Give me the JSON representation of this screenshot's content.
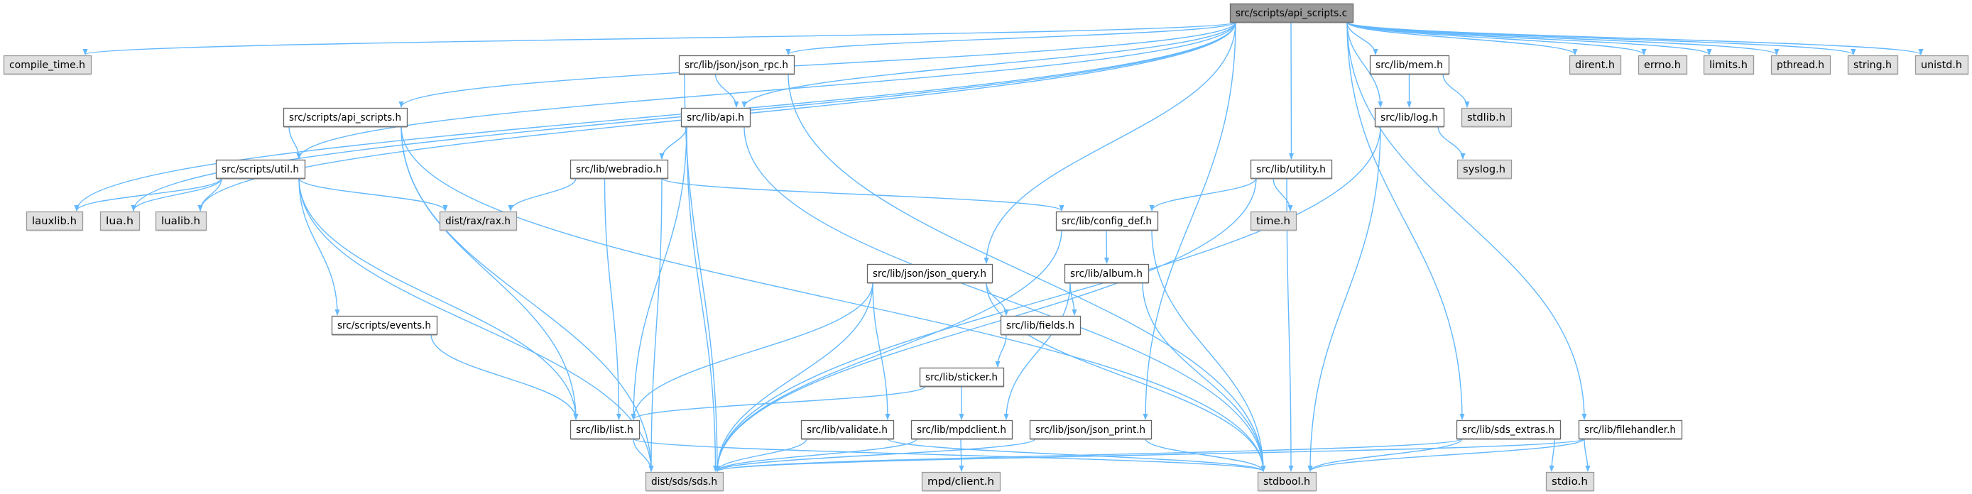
{
  "graph": {
    "title": "src/scripts/api_scripts.c",
    "colors": {
      "edge": "#63b8ff",
      "root_fill": "#999999",
      "local_fill": "#ffffff",
      "system_fill": "#e0e0e0",
      "border": "#666666",
      "system_border": "#999999"
    },
    "nodes": {
      "api_scripts_c": {
        "label": "src/scripts/api_scripts.c",
        "kind": "root"
      },
      "compile_time": {
        "label": "compile_time.h",
        "kind": "system"
      },
      "json_rpc": {
        "label": "src/lib/json/json_rpc.h",
        "kind": "local"
      },
      "mem": {
        "label": "src/lib/mem.h",
        "kind": "local"
      },
      "dirent": {
        "label": "dirent.h",
        "kind": "system"
      },
      "errno": {
        "label": "errno.h",
        "kind": "system"
      },
      "limits": {
        "label": "limits.h",
        "kind": "system"
      },
      "pthread": {
        "label": "pthread.h",
        "kind": "system"
      },
      "string": {
        "label": "string.h",
        "kind": "system"
      },
      "unistd": {
        "label": "unistd.h",
        "kind": "system"
      },
      "api_scripts_h": {
        "label": "src/scripts/api_scripts.h",
        "kind": "local"
      },
      "api": {
        "label": "src/lib/api.h",
        "kind": "local"
      },
      "log": {
        "label": "src/lib/log.h",
        "kind": "local"
      },
      "stdlib": {
        "label": "stdlib.h",
        "kind": "system"
      },
      "util": {
        "label": "src/scripts/util.h",
        "kind": "local"
      },
      "webradio": {
        "label": "src/lib/webradio.h",
        "kind": "local"
      },
      "utility": {
        "label": "src/lib/utility.h",
        "kind": "local"
      },
      "syslog": {
        "label": "syslog.h",
        "kind": "system"
      },
      "lauxlib": {
        "label": "lauxlib.h",
        "kind": "system"
      },
      "lua": {
        "label": "lua.h",
        "kind": "system"
      },
      "lualib": {
        "label": "lualib.h",
        "kind": "system"
      },
      "rax": {
        "label": "dist/rax/rax.h",
        "kind": "system"
      },
      "config_def": {
        "label": "src/lib/config_def.h",
        "kind": "local"
      },
      "time": {
        "label": "time.h",
        "kind": "system"
      },
      "json_query": {
        "label": "src/lib/json/json_query.h",
        "kind": "local"
      },
      "album": {
        "label": "src/lib/album.h",
        "kind": "local"
      },
      "events": {
        "label": "src/scripts/events.h",
        "kind": "local"
      },
      "fields": {
        "label": "src/lib/fields.h",
        "kind": "local"
      },
      "sticker": {
        "label": "src/lib/sticker.h",
        "kind": "local"
      },
      "list": {
        "label": "src/lib/list.h",
        "kind": "local"
      },
      "validate": {
        "label": "src/lib/validate.h",
        "kind": "local"
      },
      "mpdclient": {
        "label": "src/lib/mpdclient.h",
        "kind": "local"
      },
      "json_print": {
        "label": "src/lib/json/json_print.h",
        "kind": "local"
      },
      "sds_extras": {
        "label": "src/lib/sds_extras.h",
        "kind": "local"
      },
      "filehandler": {
        "label": "src/lib/filehandler.h",
        "kind": "local"
      },
      "sds": {
        "label": "dist/sds/sds.h",
        "kind": "system"
      },
      "mpd_client": {
        "label": "mpd/client.h",
        "kind": "system"
      },
      "stdbool": {
        "label": "stdbool.h",
        "kind": "system"
      },
      "stdio": {
        "label": "stdio.h",
        "kind": "system"
      }
    },
    "edges": [
      [
        "api_scripts_c",
        "compile_time"
      ],
      [
        "api_scripts_c",
        "lauxlib"
      ],
      [
        "api_scripts_c",
        "lua"
      ],
      [
        "api_scripts_c",
        "lualib"
      ],
      [
        "api_scripts_c",
        "util"
      ],
      [
        "api_scripts_c",
        "api_scripts_h"
      ],
      [
        "api_scripts_c",
        "json_rpc"
      ],
      [
        "api_scripts_c",
        "api"
      ],
      [
        "api_scripts_c",
        "json_query"
      ],
      [
        "api_scripts_c",
        "utility"
      ],
      [
        "api_scripts_c",
        "log"
      ],
      [
        "api_scripts_c",
        "mem"
      ],
      [
        "api_scripts_c",
        "json_print"
      ],
      [
        "api_scripts_c",
        "sds_extras"
      ],
      [
        "api_scripts_c",
        "filehandler"
      ],
      [
        "api_scripts_c",
        "dirent"
      ],
      [
        "api_scripts_c",
        "errno"
      ],
      [
        "api_scripts_c",
        "limits"
      ],
      [
        "api_scripts_c",
        "pthread"
      ],
      [
        "api_scripts_c",
        "string"
      ],
      [
        "api_scripts_c",
        "unistd"
      ],
      [
        "json_rpc",
        "api"
      ],
      [
        "json_rpc",
        "sds"
      ],
      [
        "json_rpc",
        "stdbool"
      ],
      [
        "api_scripts_h",
        "util"
      ],
      [
        "api_scripts_h",
        "sds"
      ],
      [
        "api_scripts_h",
        "list"
      ],
      [
        "api_scripts_h",
        "stdbool"
      ],
      [
        "api",
        "webradio"
      ],
      [
        "api",
        "sds"
      ],
      [
        "api",
        "list"
      ],
      [
        "api",
        "stdbool"
      ],
      [
        "util",
        "lauxlib"
      ],
      [
        "util",
        "lua"
      ],
      [
        "util",
        "lualib"
      ],
      [
        "util",
        "rax"
      ],
      [
        "util",
        "events"
      ],
      [
        "util",
        "list"
      ],
      [
        "util",
        "sds"
      ],
      [
        "webradio",
        "rax"
      ],
      [
        "webradio",
        "list"
      ],
      [
        "webradio",
        "sds"
      ],
      [
        "webradio",
        "config_def"
      ],
      [
        "mem",
        "log"
      ],
      [
        "mem",
        "stdlib"
      ],
      [
        "log",
        "syslog"
      ],
      [
        "log",
        "sds"
      ],
      [
        "log",
        "stdbool"
      ],
      [
        "utility",
        "config_def"
      ],
      [
        "utility",
        "time"
      ],
      [
        "utility",
        "sds"
      ],
      [
        "utility",
        "stdbool"
      ],
      [
        "config_def",
        "album"
      ],
      [
        "config_def",
        "sds"
      ],
      [
        "config_def",
        "stdbool"
      ],
      [
        "album",
        "fields"
      ],
      [
        "album",
        "mpdclient"
      ],
      [
        "album",
        "stdbool"
      ],
      [
        "json_query",
        "fields"
      ],
      [
        "json_query",
        "list"
      ],
      [
        "json_query",
        "sds"
      ],
      [
        "json_query",
        "validate"
      ],
      [
        "json_query",
        "stdbool"
      ],
      [
        "fields",
        "sticker"
      ],
      [
        "sticker",
        "list"
      ],
      [
        "sticker",
        "mpdclient"
      ],
      [
        "events",
        "list"
      ],
      [
        "list",
        "sds"
      ],
      [
        "list",
        "stdbool"
      ],
      [
        "validate",
        "sds"
      ],
      [
        "validate",
        "stdbool"
      ],
      [
        "mpdclient",
        "mpd_client"
      ],
      [
        "mpdclient",
        "sds"
      ],
      [
        "json_print",
        "sds"
      ],
      [
        "json_print",
        "stdbool"
      ],
      [
        "sds_extras",
        "sds"
      ],
      [
        "sds_extras",
        "stdbool"
      ],
      [
        "sds_extras",
        "stdio"
      ],
      [
        "filehandler",
        "sds"
      ],
      [
        "filehandler",
        "stdbool"
      ],
      [
        "filehandler",
        "stdio"
      ]
    ]
  }
}
